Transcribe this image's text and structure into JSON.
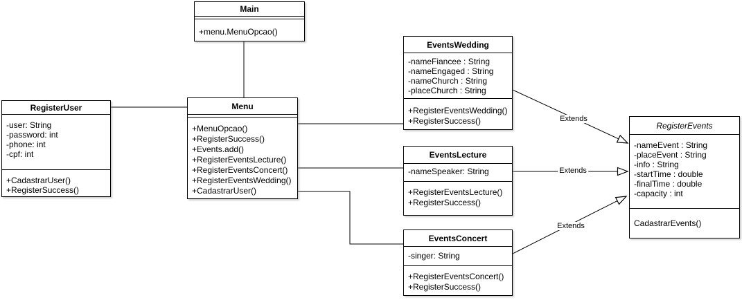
{
  "diagram": {
    "extends_label": "Extends",
    "classes": {
      "main": {
        "name": "Main",
        "attributes": [],
        "methods": [
          "+menu.MenuOpcao()"
        ]
      },
      "registerUser": {
        "name": "RegisterUser",
        "attributes": [
          "-user: String",
          "-password: int",
          "-phone: int",
          "-cpf: int"
        ],
        "methods": [
          "+CadastrarUser()",
          "+RegisterSuccess()"
        ]
      },
      "menu": {
        "name": "Menu",
        "attributes": [],
        "methods": [
          "+MenuOpcao()",
          "+RegisterSuccess()",
          "+Events.add()",
          "+RegisterEventsLecture()",
          "+RegisterEventsConcert()",
          "+RegisterEventsWedding()",
          "+CadastrarUser()"
        ]
      },
      "eventsWedding": {
        "name": "EventsWedding",
        "attributes": [
          "-nameFiancee : String",
          "-nameEngaged : String",
          "-nameChurch : String",
          "-placeChurch : String"
        ],
        "methods": [
          "+RegisterEventsWedding()",
          "+RegisterSuccess()"
        ]
      },
      "eventsLecture": {
        "name": "EventsLecture",
        "attributes": [
          "-nameSpeaker: String"
        ],
        "methods": [
          "+RegisterEventsLecture()",
          "+RegisterSuccess()"
        ]
      },
      "eventsConcert": {
        "name": "EventsConcert",
        "attributes": [
          "-singer: String"
        ],
        "methods": [
          "+RegisterEventsConcert()",
          "+RegisterSuccess()"
        ]
      },
      "registerEvents": {
        "name": "RegisterEvents",
        "abstract": true,
        "attributes": [
          "-nameEvent : String",
          "-placeEvent : String",
          "-info : String",
          "-startTime : double",
          "-finalTime : double",
          "-capacity : int"
        ],
        "methods": [
          "CadastrarEvents()"
        ]
      }
    }
  }
}
